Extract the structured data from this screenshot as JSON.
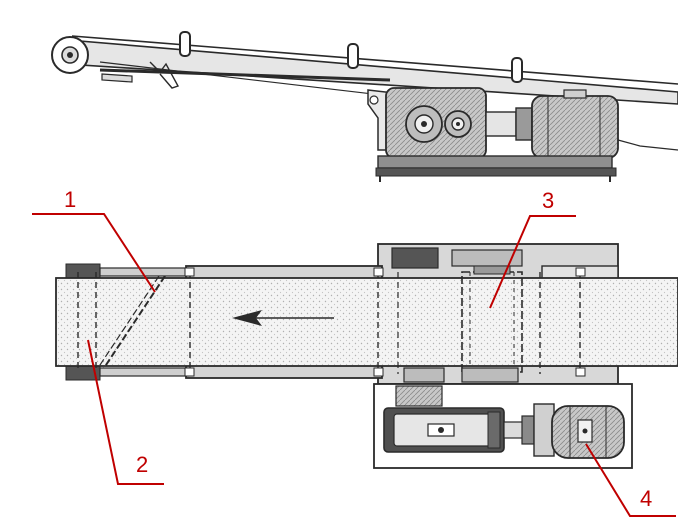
{
  "colors": {
    "outline": "#2a2a2a",
    "belt_fill": "#f2f2f2",
    "frame_fill": "#dcdcdc",
    "machinery_fill": "#b8b8b8",
    "dark_fill": "#555555",
    "callout": "#c00000",
    "background": "#ffffff"
  },
  "callouts": [
    {
      "id": "1",
      "label": "1"
    },
    {
      "id": "2",
      "label": "2"
    },
    {
      "id": "3",
      "label": "3"
    },
    {
      "id": "4",
      "label": "4"
    }
  ],
  "direction_indicator": {
    "icon": "arrow-left-icon"
  }
}
